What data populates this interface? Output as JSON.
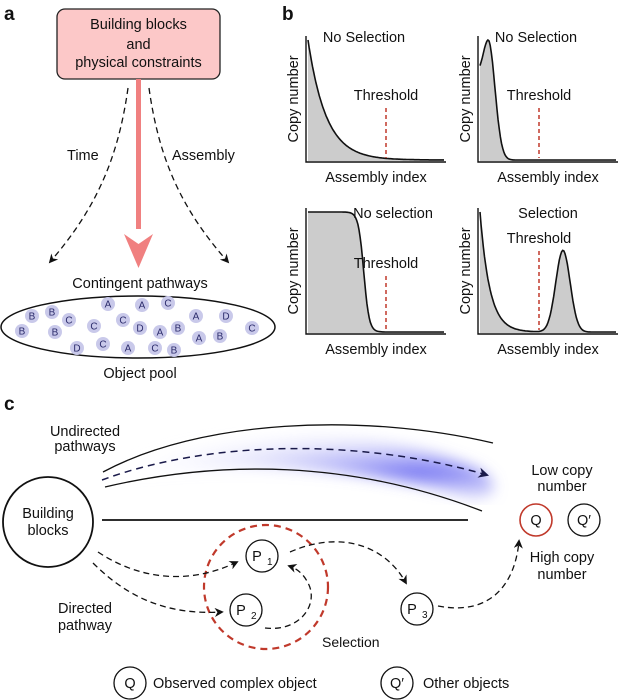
{
  "panels": {
    "a": {
      "label": "a",
      "source_box": [
        "Building blocks",
        "and",
        "physical constraints"
      ],
      "left_arrow_label": "Time",
      "right_arrow_label": "Assembly",
      "contingent_label": "Contingent pathways",
      "pool_label": "Object pool",
      "pool_objects": [
        "B",
        "B",
        "C",
        "C",
        "A",
        "C",
        "A",
        "C",
        "D",
        "A",
        "B",
        "A",
        "D",
        "B",
        "B",
        "D",
        "C",
        "A",
        "C",
        "B",
        "A",
        "B",
        "C"
      ],
      "colors": {
        "box_fill": "#fcc8c8",
        "arrow": "#f08080",
        "ball": "#c9c9ea"
      }
    },
    "b": {
      "label": "b",
      "charts": [
        {
          "title": "No Selection",
          "threshold_label": "Threshold",
          "xlabel": "Assembly index",
          "ylabel": "Copy number",
          "shape": "exponential-decay"
        },
        {
          "title": "No Selection",
          "threshold_label": "Threshold",
          "xlabel": "Assembly index",
          "ylabel": "Copy number",
          "shape": "early-peak"
        },
        {
          "title": "No selection",
          "threshold_label": "Threshold",
          "xlabel": "Assembly index",
          "ylabel": "Copy number",
          "shape": "plateau-drop"
        },
        {
          "title": "Selection",
          "threshold_label": "Threshold",
          "xlabel": "Assembly index",
          "ylabel": "Copy number",
          "shape": "bimodal"
        }
      ],
      "colors": {
        "fill": "#cccccc",
        "threshold": "#c0392b"
      }
    },
    "c": {
      "label": "c",
      "undirected_label": [
        "Undirected",
        "pathways"
      ],
      "building_blocks": [
        "Building",
        "blocks"
      ],
      "directed_label": [
        "Directed",
        "pathway"
      ],
      "selection_label": "Selection",
      "low_copy": [
        "Low copy",
        "number"
      ],
      "high_copy": [
        "High copy",
        "number"
      ],
      "nodes": [
        {
          "id": "P1",
          "main": "P",
          "sub": "1"
        },
        {
          "id": "P2",
          "main": "P",
          "sub": "2"
        },
        {
          "id": "P3",
          "main": "P",
          "sub": "3"
        }
      ],
      "q": "Q",
      "q_prime": "Q′",
      "legend": [
        {
          "symbol": "Q",
          "text": "Observed complex object"
        },
        {
          "symbol": "Q′",
          "text": "Other objects"
        }
      ],
      "colors": {
        "selection": "#c0392b",
        "glow": "#6a6af0"
      }
    }
  }
}
